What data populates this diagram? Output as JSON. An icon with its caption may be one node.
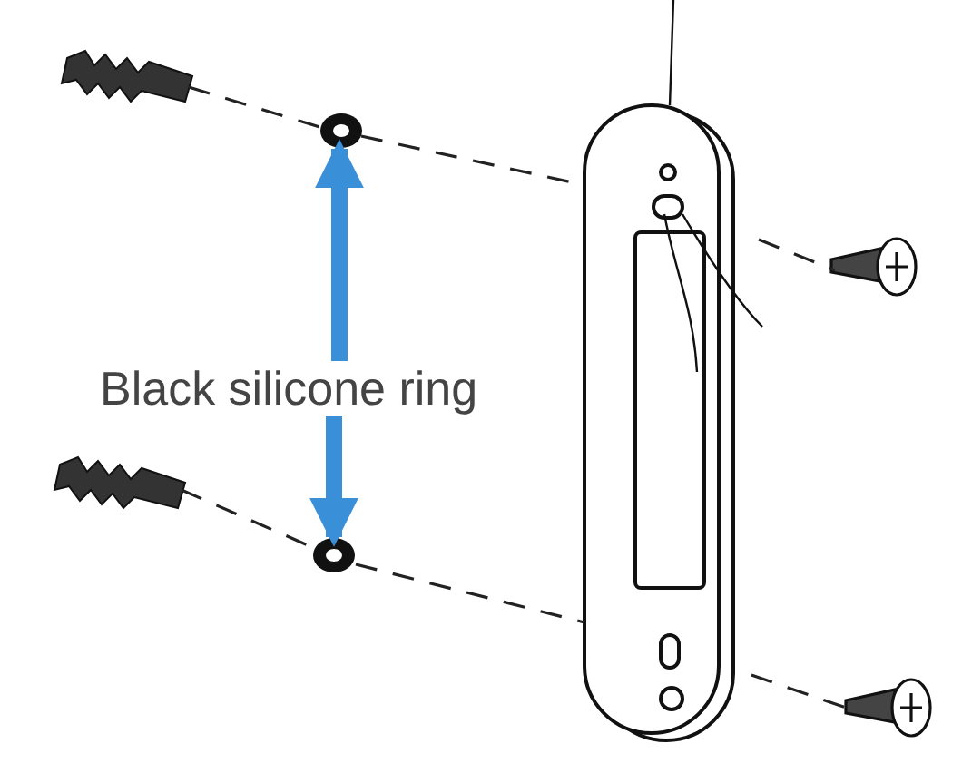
{
  "diagram": {
    "nodes": [
      {
        "text": [],
        "shape": "picture"
      },
      {
        "text": [],
        "shape": "picture"
      },
      {
        "text": [],
        "shape": "picture"
      },
      {
        "text": [],
        "shape": "picture"
      },
      {
        "text": [
          "Black silicone ring"
        ]
      },
      {
        "text": [],
        "shape": "picture"
      },
      {
        "text": [],
        "shape": "picture"
      },
      {
        "text": [],
        "shape": "picture"
      }
    ],
    "edges": [
      {
        "from": 0,
        "to": 1,
        "arrow": "none",
        "style": "dashed"
      },
      {
        "from": 1,
        "to": 2,
        "arrow": "none",
        "style": "dashed"
      },
      {
        "from": 2,
        "to": 3,
        "arrow": "none",
        "style": "dashed"
      },
      {
        "from": 4,
        "to": 1,
        "arrow": "to",
        "style": "thick",
        "color": "#3a8fd9"
      },
      {
        "from": 4,
        "to": 6,
        "arrow": "to",
        "style": "thick",
        "color": "#3a8fd9"
      },
      {
        "from": 5,
        "to": 6,
        "arrow": "none",
        "style": "dashed"
      },
      {
        "from": 6,
        "to": 2,
        "arrow": "none",
        "style": "dashed"
      },
      {
        "from": 2,
        "to": 7,
        "arrow": "none",
        "style": "dashed"
      }
    ]
  }
}
